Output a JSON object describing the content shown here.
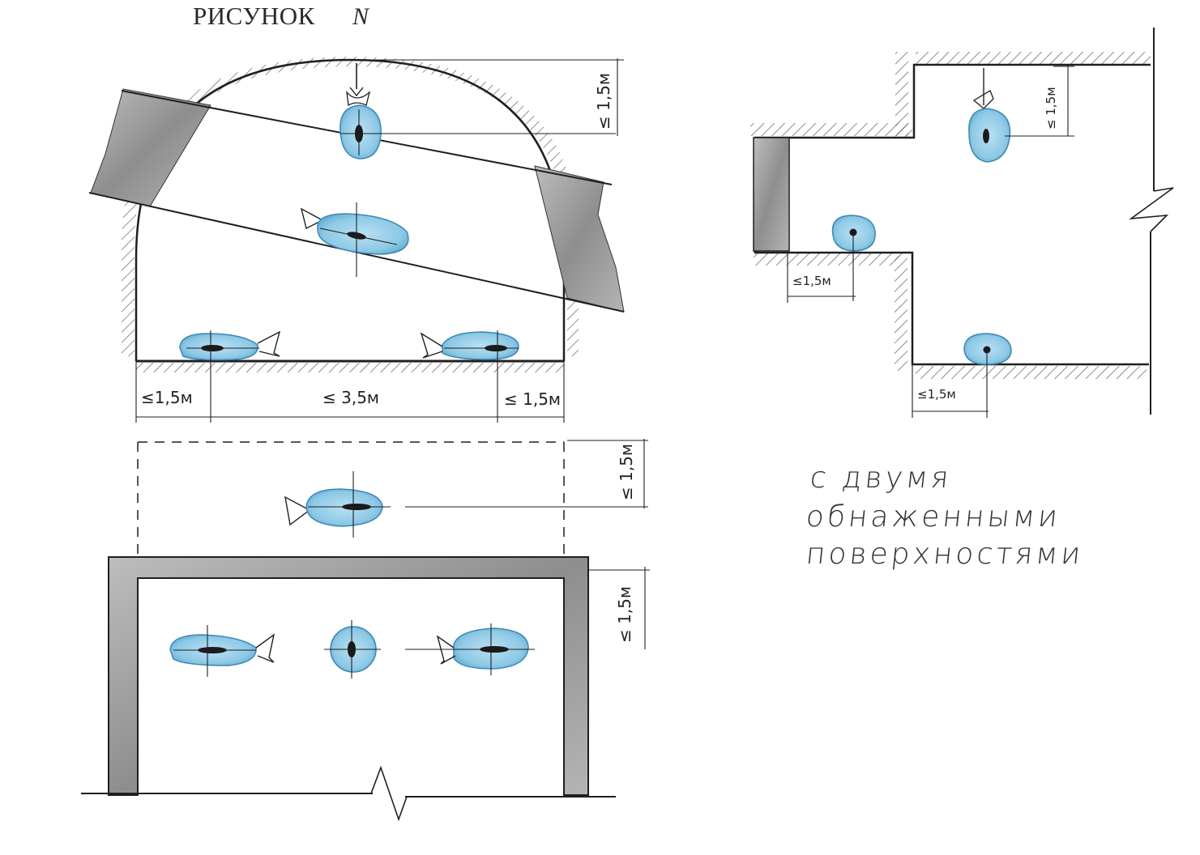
{
  "title": "РИСУНОК",
  "title_mark": "N",
  "caption": {
    "line1": "с двумя",
    "line2": "обнаженными",
    "line3": "поверхностями"
  },
  "dimensions": {
    "arch_top": "≤ 1,5м",
    "arch_left": "≤1,5м",
    "arch_mid": "≤ 3,5м",
    "arch_right": "≤ 1,5м",
    "dashed_right": "≤ 1,5м",
    "room_right": "≤ 1,5м",
    "cross_top": "≤ 1,5м",
    "cross_left": "≤1,5м",
    "cross_bottom": "≤1,5м"
  },
  "colors": {
    "line": "#1f1f1f",
    "hatch": "#333333",
    "sprinkler_fill": "#8ec9e6",
    "sprinkler_edge": "#3d88b3",
    "wall_shade": "#9a9a9a"
  }
}
